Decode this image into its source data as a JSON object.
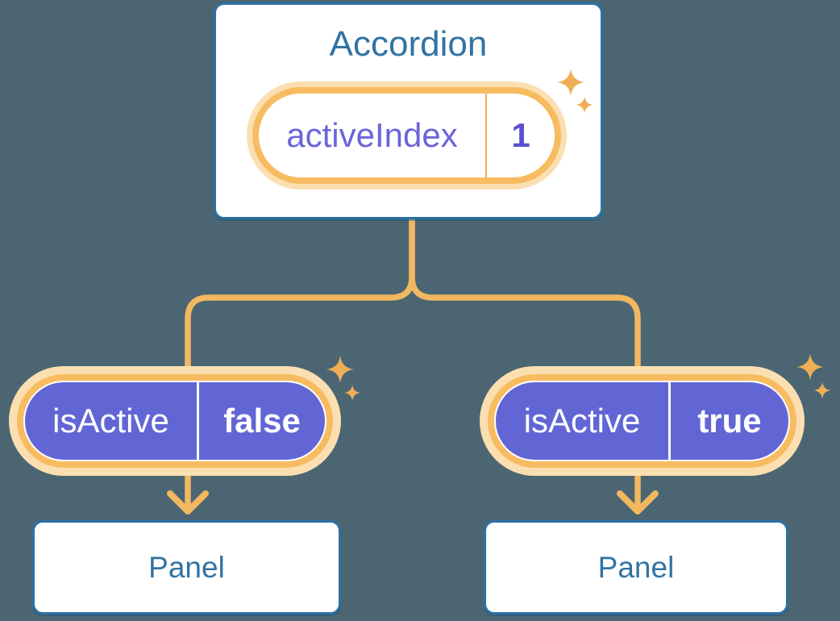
{
  "diagram": {
    "root": {
      "title": "Accordion",
      "state": {
        "name": "activeIndex",
        "value": "1"
      }
    },
    "children": [
      {
        "prop": {
          "name": "isActive",
          "value": "false"
        },
        "panel": "Panel"
      },
      {
        "prop": {
          "name": "isActive",
          "value": "true"
        },
        "panel": "Panel"
      }
    ]
  },
  "icons": {
    "sparkle": "four-point-sparkle",
    "arrow": "down-arrow-chevron"
  },
  "colors": {
    "bg": "#4B6672",
    "box-border": "#2B71A5",
    "blue-text": "#3173A3",
    "line": "#F2B75F",
    "ring": "#F7BC61",
    "halo": "#FBDFB1",
    "purple": "#6266D5",
    "purple-text": "#6C64DA",
    "purple-value": "#5A50CE",
    "divider": "#F2B05C",
    "sparkle": "#EFAE55"
  }
}
